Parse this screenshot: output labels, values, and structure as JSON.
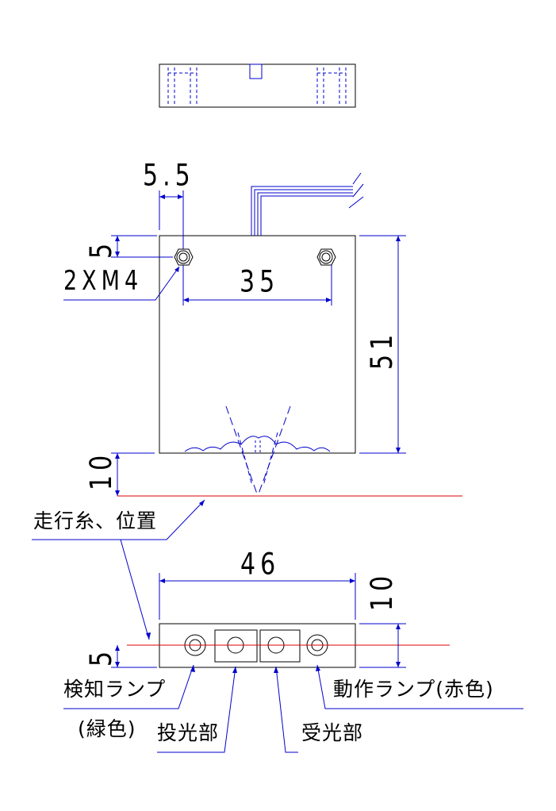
{
  "dimensions": {
    "hole_offset_x": "5.5",
    "hole_offset_y": "5",
    "hole_pitch": "35",
    "height": "51",
    "detect_distance": "10",
    "width": "46",
    "bottom_depth": "10",
    "beam_offset": "5"
  },
  "labels": {
    "screw_holes": "2XM4",
    "thread_position": "走行糸、位置",
    "detect_lamp": "検知ランプ",
    "detect_lamp_color": "(緑色)",
    "emitter": "投光部",
    "receiver": "受光部",
    "operation_lamp": "動作ランプ(赤色)"
  },
  "colors": {
    "outline": "#000000",
    "dimension": "#0000cc",
    "thread_line": "#dd0000"
  }
}
